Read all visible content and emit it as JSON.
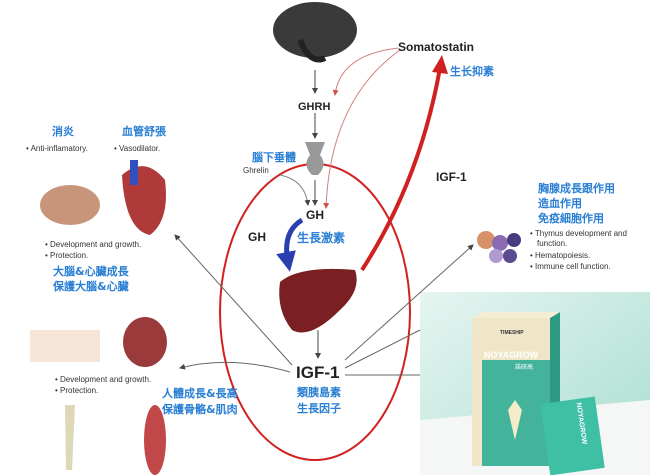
{
  "center": {
    "somatostatin": "Somatostatin",
    "somatostatin_cn": "生长抑素",
    "ghrh": "GHRH",
    "pituitary_cn": "腦下垂體",
    "ghrelin": "Ghrelin",
    "gh": "GH",
    "gh_left": "GH",
    "gh_cn": "生長激素",
    "igf1_arrow_label": "IGF-1",
    "igf1": "IGF-1",
    "igf1_cn_1": "類胰島素",
    "igf1_cn_2": "生長因子"
  },
  "top_left": {
    "anti_inflam_cn": "消炎",
    "anti_inflam_en": "• Anti-inflamatory.",
    "vaso_cn": "血管舒張",
    "vaso_en": "• Vasodilator.",
    "bullet_1": "• Development and growth.",
    "bullet_2": "• Protection.",
    "cn_1": "大腦&心臟成長",
    "cn_2": "保護大腦&心臟"
  },
  "right": {
    "cn_1": "胸腺成長跟作用",
    "cn_2": "造血作用",
    "cn_3": "免疫細胞作用",
    "bullet_1a": "• Thymus development and",
    "bullet_1b": "function.",
    "bullet_2": "• Hematopoiesis.",
    "bullet_3": "• Immune cell function."
  },
  "bottom_left": {
    "bullet_1": "• Development and growth.",
    "bullet_2": "• Protection.",
    "cn_1": "人體成長&長高",
    "cn_2": "保護骨骼&肌肉"
  },
  "product": {
    "brand": "TIMESHIP",
    "name": "NOYAGROW",
    "name_cn": "諾研高"
  },
  "colors": {
    "accent_blue": "#2a7fd4",
    "red": "#d02020",
    "teal": "#3bb39a"
  }
}
